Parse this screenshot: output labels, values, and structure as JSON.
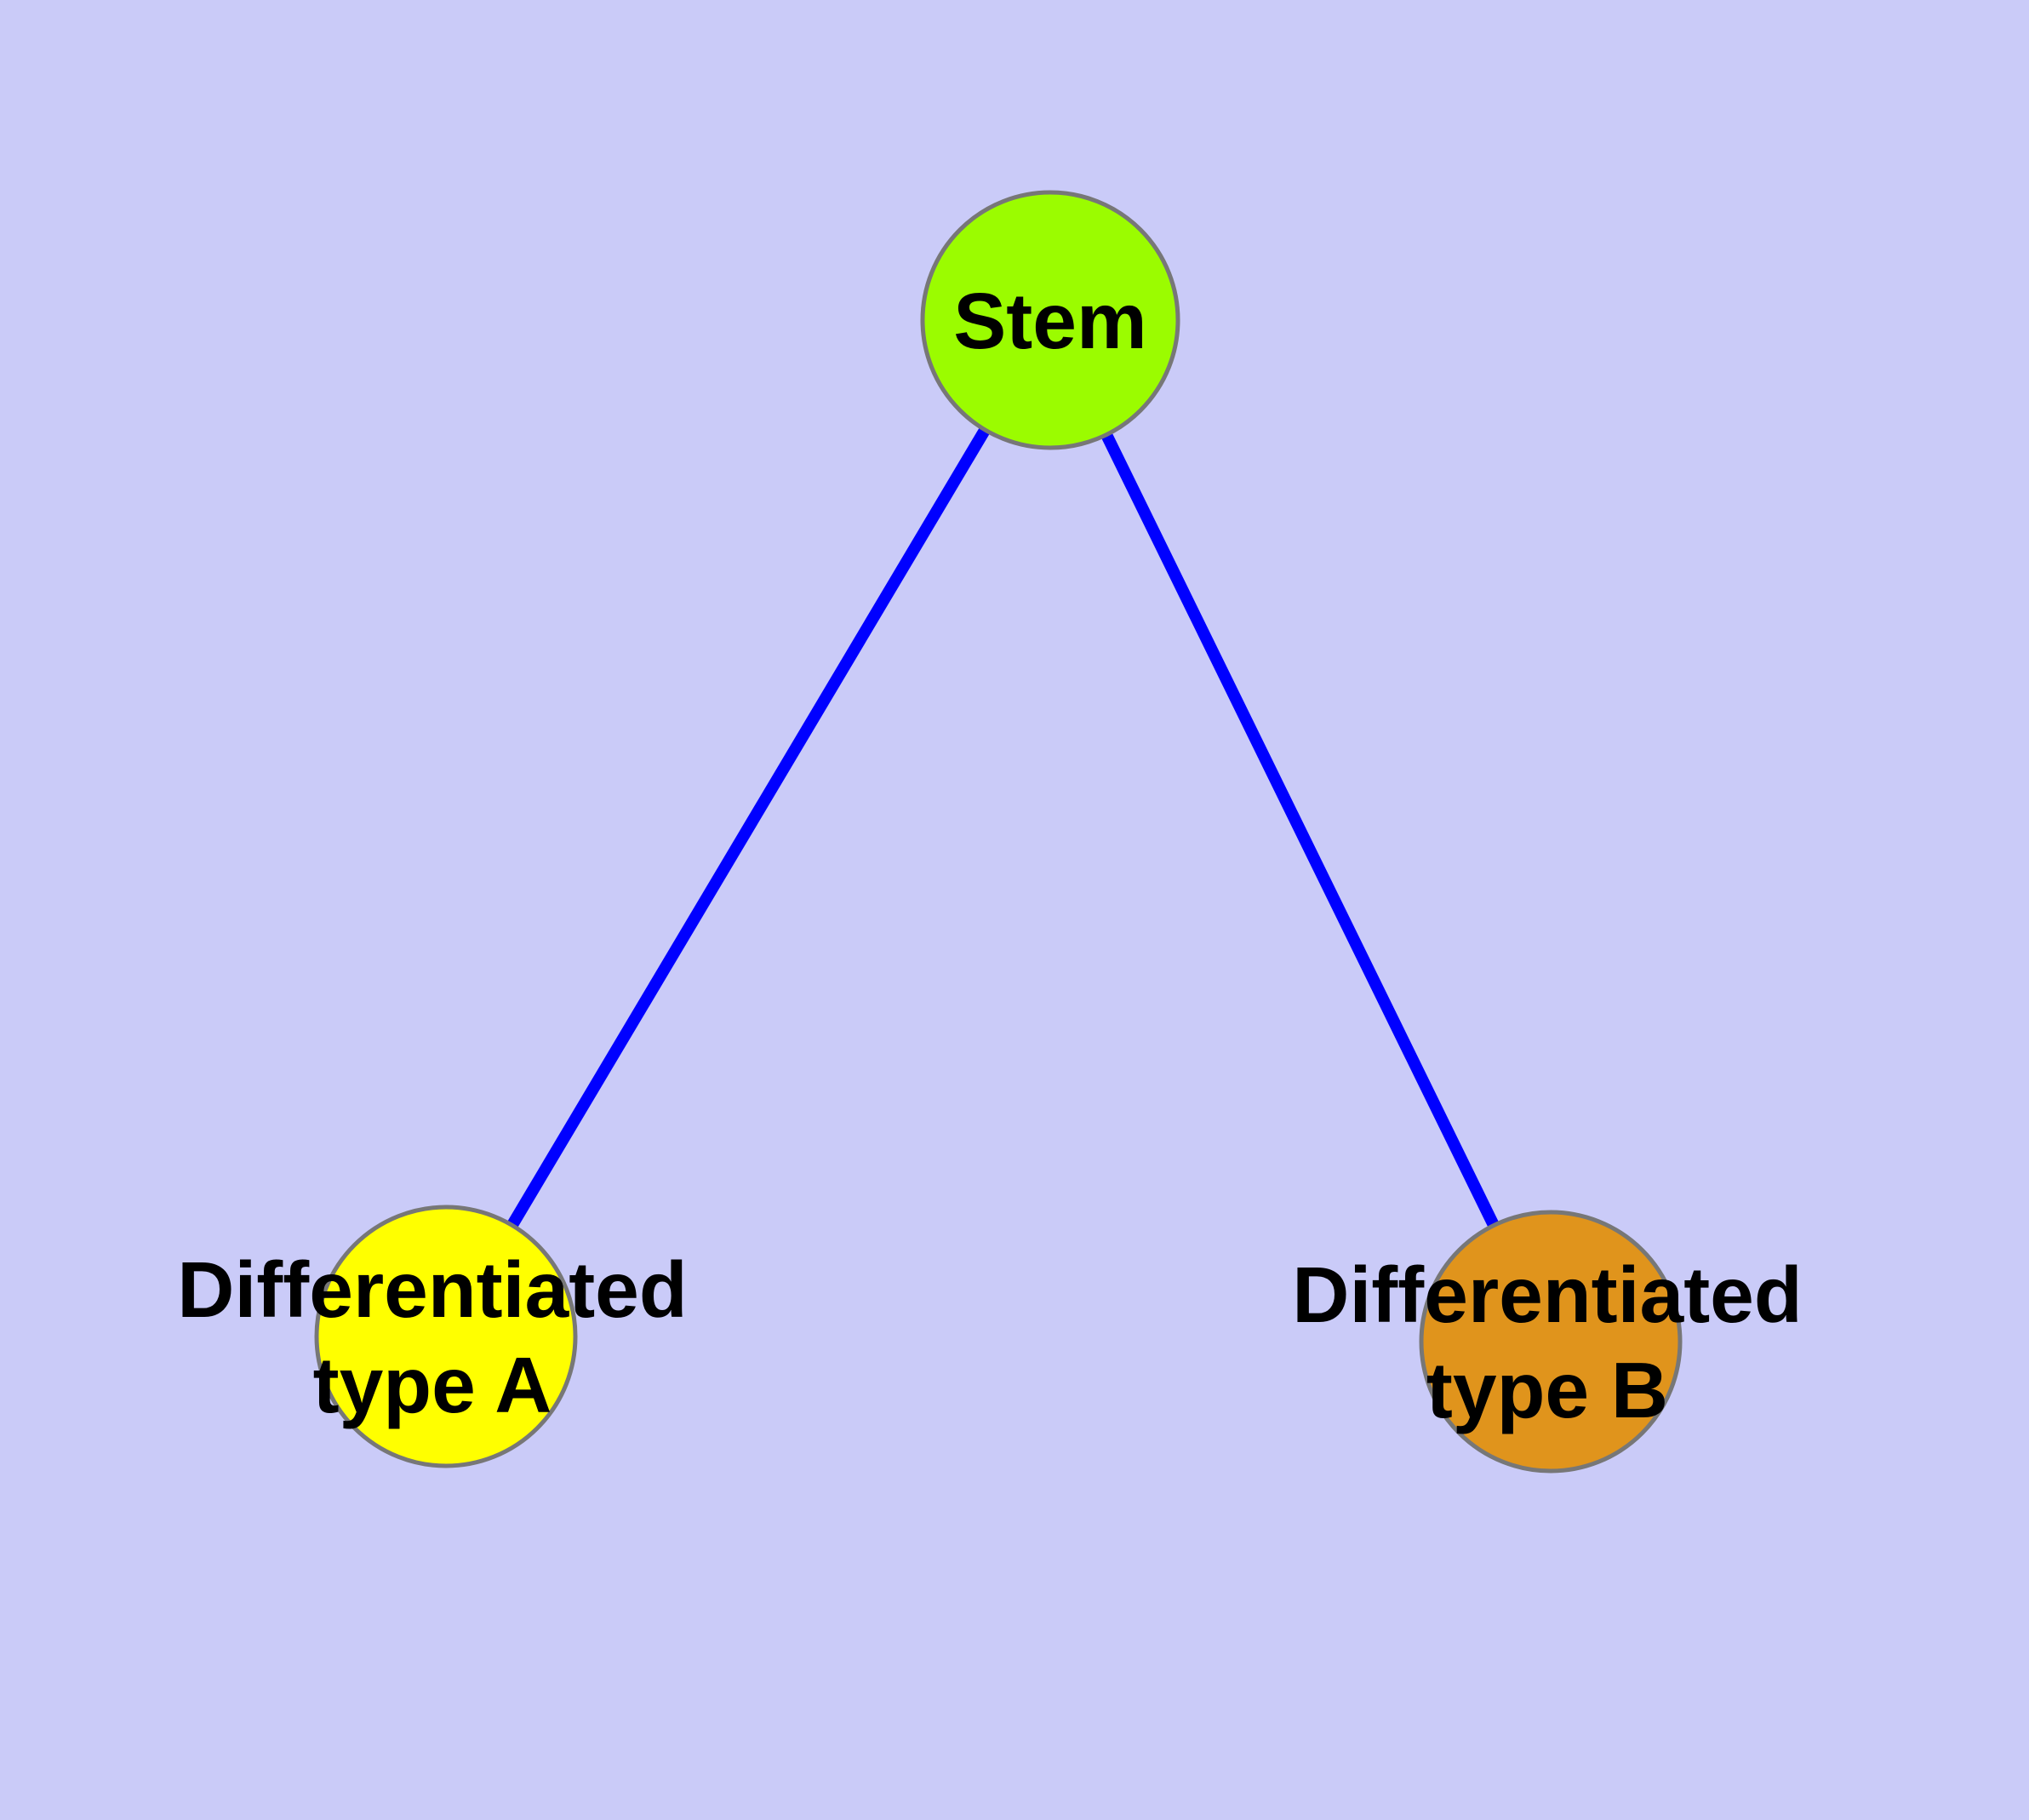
{
  "diagram": {
    "type": "node-link-graph",
    "background_color": "#cacbf8",
    "edge_color": "#0000ff",
    "node_border_color": "#777777",
    "label_color": "#000000",
    "nodes": {
      "stem": {
        "label": "Stem",
        "fill": "#9bfc00"
      },
      "type_a": {
        "label": "Differentiated type A",
        "label_line1": "Differentiated",
        "label_line2": "type A",
        "fill": "#ffff00"
      },
      "type_b": {
        "label": "Differentiated type B",
        "label_line1": "Differentiated",
        "label_line2": "type B",
        "fill": "#e0941c"
      }
    },
    "edges": [
      {
        "from": "Stem",
        "to": "Differentiated type A"
      },
      {
        "from": "Stem",
        "to": "Differentiated type B"
      }
    ]
  }
}
